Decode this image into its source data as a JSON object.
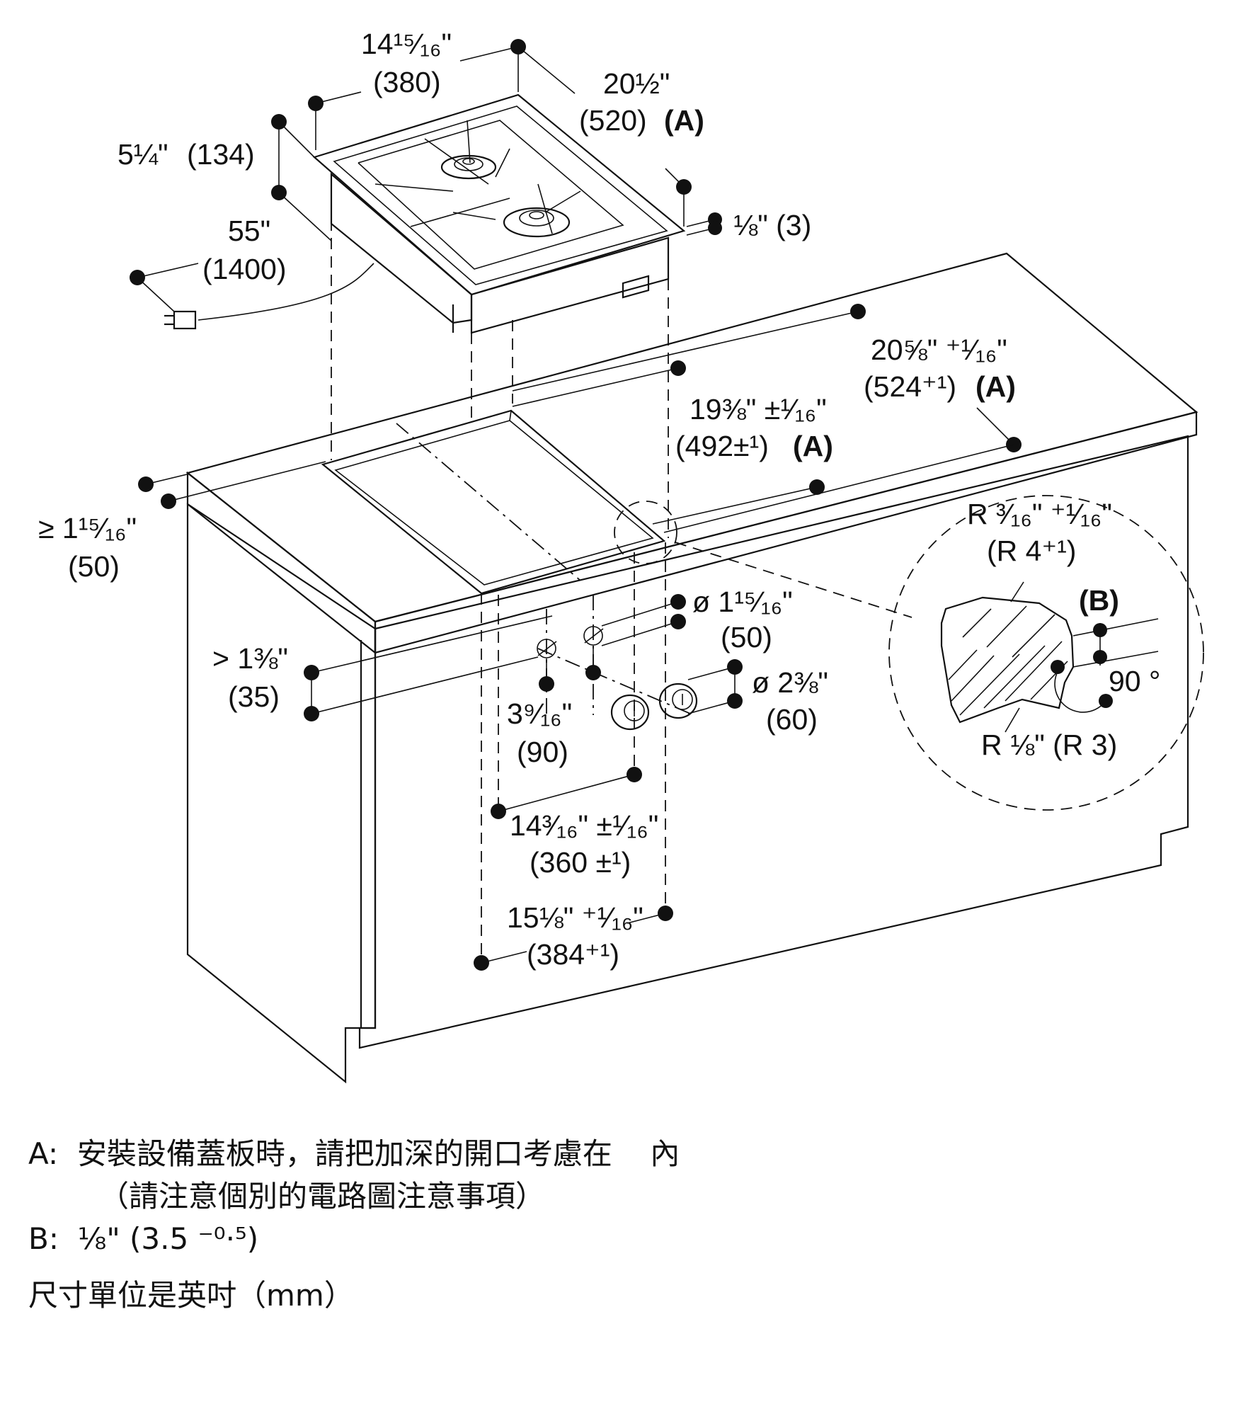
{
  "dimensions": {
    "top_width": {
      "in": "14¹⁵⁄₁₆\"",
      "mm": "(380)"
    },
    "depth": {
      "in": "20½\"",
      "mm": "(520)",
      "ref": "(A)"
    },
    "height": {
      "in": "5¼\"",
      "mm": "(134)"
    },
    "cord": {
      "in": "55\"",
      "mm": "(1400)"
    },
    "lip": {
      "text": "⅛\" (3)"
    },
    "cutout_depth": {
      "in": "20⅝\" ⁺¹⁄₁₆\"",
      "mm": "(524⁺¹)",
      "ref": "(A)"
    },
    "cutout_inner": {
      "in": "19⅜\" ±¹⁄₁₆\"",
      "mm": "(492±¹)",
      "ref": "(A)"
    },
    "front_edge": {
      "in": "≥ 1¹⁵⁄₁₆\"",
      "mm": "(50)"
    },
    "knob_hole": {
      "in": "ø 1¹⁵⁄₁₆\"",
      "mm": "(50)"
    },
    "knob_height": {
      "in": "> 1⅜\"",
      "mm": "(35)"
    },
    "knob_spacing": {
      "in": "3⁹⁄₁₆\"",
      "mm": "(90)"
    },
    "knob_diameter": {
      "in": "ø 2⅜\"",
      "mm": "(60)"
    },
    "cutout_width": {
      "in": "14³⁄₁₆\" ±¹⁄₁₆\"",
      "mm": "(360 ±¹)"
    },
    "outer_width": {
      "in": "15⅛\" ⁺¹⁄₁₆\"",
      "mm": "(384⁺¹)"
    }
  },
  "detail": {
    "radius_top": {
      "in": "R ³⁄₁₆\" ⁺¹⁄₁₆\"",
      "mm": "(R 4⁺¹)"
    },
    "label_b": "(B)",
    "angle": "90 °",
    "radius_bottom": "R ⅛\" (R 3)"
  },
  "notes": {
    "a_line1": "A:  安裝設備蓋板時，請把加深的開口考慮在    內",
    "a_line2": "（請注意個別的電路圖注意事項）",
    "b_line": "B:  ⅛\" (3.5 ⁻⁰·⁵)",
    "units": "尺寸單位是英吋（mm）"
  }
}
